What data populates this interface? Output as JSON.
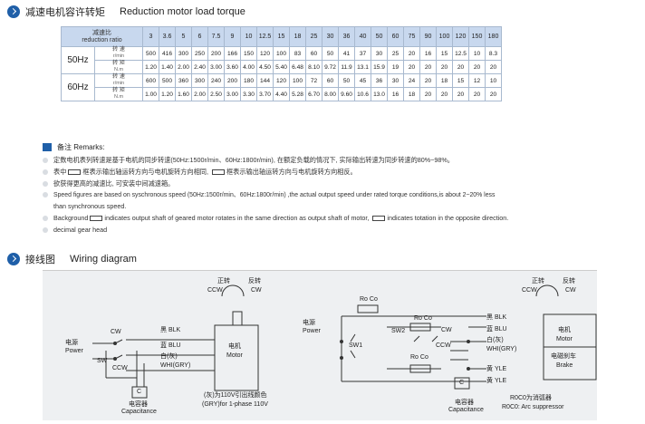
{
  "sections": {
    "torque": {
      "zh": "减速电机容许转矩",
      "en": "Reduction motor load torque"
    },
    "wiring": {
      "zh": "接线图",
      "en": "Wiring diagram"
    }
  },
  "table": {
    "ratio_label_zh": "减速比",
    "ratio_label_en": "reduction ratio",
    "ratios": [
      "3",
      "3.6",
      "5",
      "6",
      "7.5",
      "9",
      "10",
      "12.5",
      "15",
      "18",
      "25",
      "30",
      "36",
      "40",
      "50",
      "60",
      "75",
      "90",
      "100",
      "120",
      "150",
      "180"
    ],
    "speed_label_zh": "转 速",
    "speed_unit": "r/min",
    "torque_label_zh": "转 矩",
    "torque_unit": "N.m",
    "rows": [
      {
        "hz": "50Hz",
        "speed": [
          "500",
          "416",
          "300",
          "250",
          "200",
          "166",
          "150",
          "120",
          "100",
          "83",
          "60",
          "50",
          "41",
          "37",
          "30",
          "25",
          "20",
          "16",
          "15",
          "12.5",
          "10",
          "8.3"
        ],
        "torque": [
          "1.20",
          "1.40",
          "2.00",
          "2.40",
          "3.00",
          "3.60",
          "4.00",
          "4.50",
          "5.40",
          "6.48",
          "8.10",
          "9.72",
          "11.9",
          "13.1",
          "15.9",
          "19",
          "20",
          "20",
          "20",
          "20",
          "20",
          "20"
        ]
      },
      {
        "hz": "60Hz",
        "speed": [
          "600",
          "500",
          "360",
          "300",
          "240",
          "200",
          "180",
          "144",
          "120",
          "100",
          "72",
          "60",
          "50",
          "45",
          "36",
          "30",
          "24",
          "20",
          "18",
          "15",
          "12",
          "10"
        ],
        "torque": [
          "1.00",
          "1.20",
          "1.60",
          "2.00",
          "2.50",
          "3.00",
          "3.30",
          "3.70",
          "4.40",
          "5.28",
          "6.70",
          "8.00",
          "9.60",
          "10.6",
          "13.0",
          "16",
          "18",
          "20",
          "20",
          "20",
          "20",
          "20"
        ]
      }
    ]
  },
  "remarks": {
    "header": "备注 Remarks:",
    "line1": "定数电机表列转速是基于电机的同步转速(50Hz:1500r/min、60Hz:1800r/min), 在额定负载的情况下, 实际输出转速为同步转速的80%~98%。",
    "line2a": "表中",
    "line2b": "框表示输出轴运转方向与电机旋转方向相同,",
    "line2c": "框表示输出轴运转方向与电机旋转方向相反。",
    "line3": "欲获得更高的减速比, 可安装中间减速箱。",
    "line4": "Speed figures  are based on syschronous speed (50Hz:1500r/min、60Hz:1800r/min) ,the actual output speed under rated torque conditions,is about 2~20% less",
    "line5": "than synchronous speed.",
    "line6a": "Background",
    "line6b": "indicates output shaft of geared motor rotates in the same direction as output shaft of motor,",
    "line6c": "indicates totation in the opposite direction.",
    "line7": "decimal gear head"
  },
  "wiring": {
    "d1": {
      "fwd": "正转",
      "rev": "反转",
      "ccw": "CCW",
      "cw": "CW",
      "power_zh": "电源",
      "power_en": "Power",
      "sw_cw": "CW",
      "sw": "SW",
      "sw_ccw": "CCW",
      "blk": "黑 BLK",
      "blu": "蓝 BLU",
      "wht_zh": "白(灰)",
      "wht": "WHI(GRY)",
      "motor_zh": "电机",
      "motor_en": "Motor",
      "cap_c": "C",
      "cap_zh": "电容器",
      "cap_en": "Capacitance",
      "note_zh": "(灰)为110V引出线颜色",
      "note_en": "(GRY)for 1-phase 110V"
    },
    "d2": {
      "rc_top": "Ro Co",
      "power_zh": "电源",
      "power_en": "Power",
      "sw1": "SW1",
      "sw2": "SW2",
      "rc_sw2": "Ro Co",
      "cw": "CW",
      "ccw": "CCW",
      "rc_bot": "Ro Co",
      "blk": "黑 BLK",
      "blu": "蓝 BLU",
      "wht_zh": "白(灰)",
      "wht": "WHI(GRY)",
      "yle1": "黄 YLE",
      "yle2": "黄 YLE",
      "cap_c": "C",
      "cap_zh": "电容器",
      "cap_en": "Capacitance",
      "r0c0_zh": "R0C0为消弧器",
      "r0c0_en": "R0C0: Arc suppressor"
    },
    "d3": {
      "fwd": "正转",
      "rev": "反转",
      "ccw": "CCW",
      "cw": "CW",
      "motor_zh": "电机",
      "motor_en": "Motor",
      "brake_zh": "电磁刹车",
      "brake_en": "Brake"
    }
  }
}
